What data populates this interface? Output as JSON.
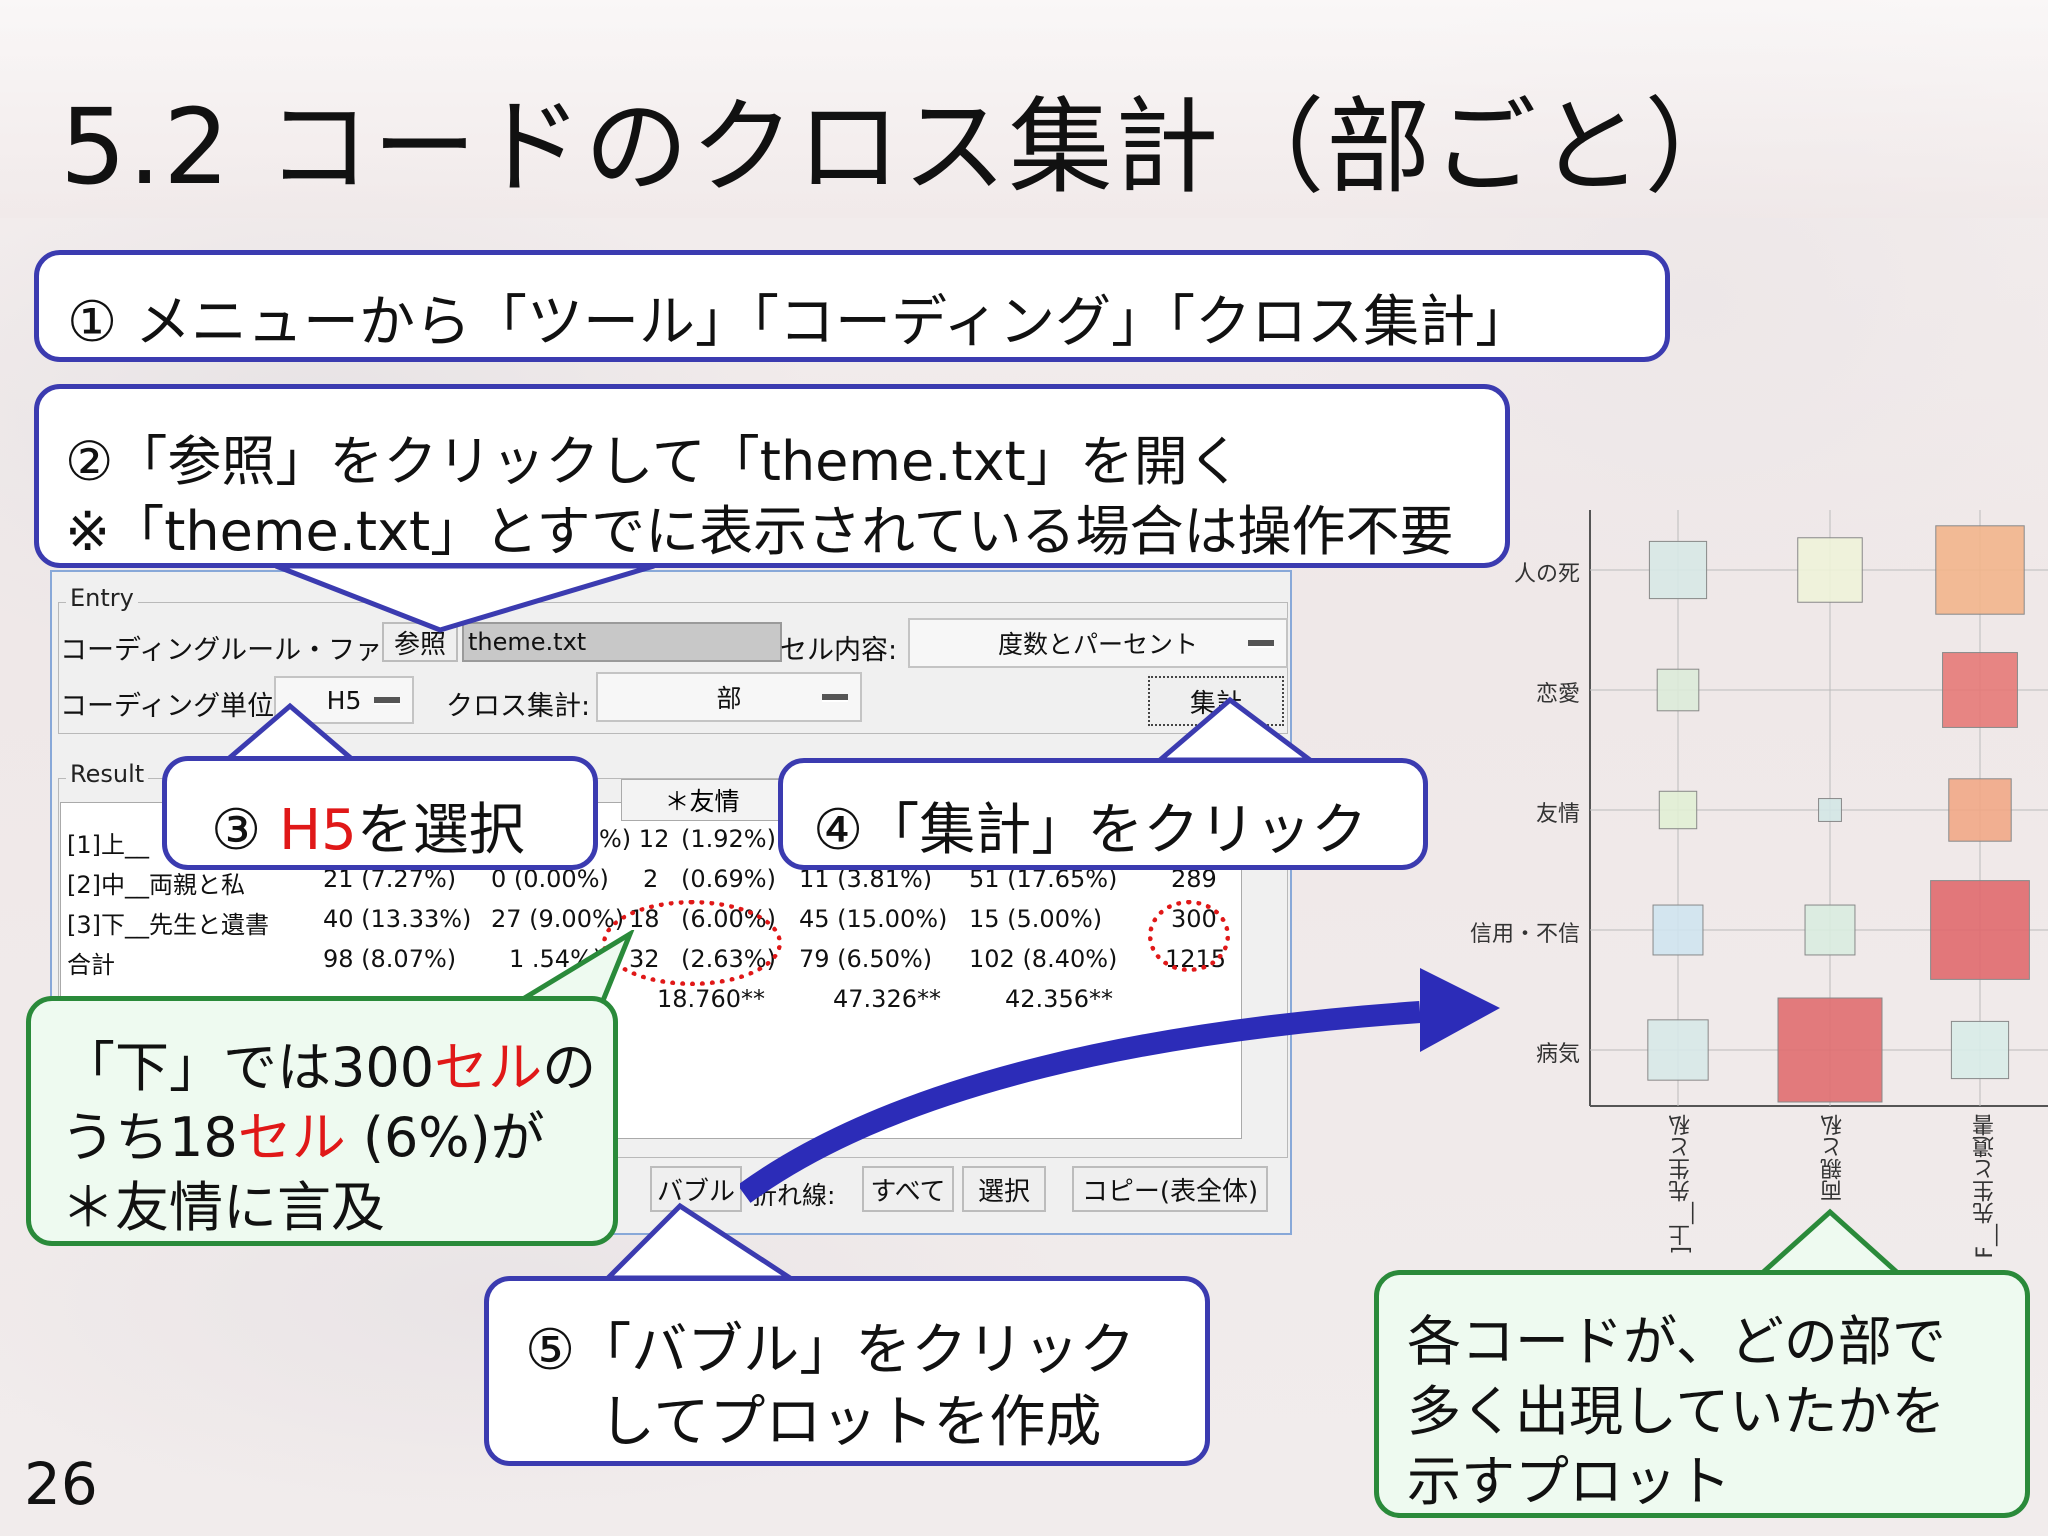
{
  "slide": {
    "title": "5.2 コードのクロス集計（部ごと）",
    "page_number": "26"
  },
  "steps": {
    "step1": "① メニューから「ツール」「コーディング」「クロス集計」",
    "step2_line1": "②「参照」をクリックして「theme.txt」を開く",
    "step2_line2": "※「theme.txt」とすでに表示されている場合は操作不要",
    "step3_num": "③ ",
    "step3_red": "H5",
    "step3_rest": "を選択",
    "step4": "④「集計」をクリック",
    "step5_line1": "⑤「バブル」をクリック",
    "step5_line2": "してプロットを作成",
    "note_line1_a": "「下」では300",
    "note_line1_red": "セル",
    "note_line1_b": "の",
    "note_line2_a": "うち18",
    "note_line2_red": "セル",
    "note_line2_b": " (6%)が",
    "note_line3": "＊友情に言及",
    "plot_note_line1": "各コードが、どの部で",
    "plot_note_line2": "多く出現していたかを",
    "plot_note_line3": "示すプロット"
  },
  "window": {
    "entry_label": "Entry",
    "file_label": "コーディングルール・ファイル:",
    "browse_button": "参照",
    "file_value": "theme.txt",
    "cell_content_label": "セル内容:",
    "cell_content_value": "度数とパーセント",
    "unit_label": "コーディング単位:",
    "unit_value": "H5",
    "cross_label": "クロス集計:",
    "cross_value": "部",
    "run_button": "集計",
    "result_label": "Result",
    "col_friend": "＊友情",
    "rows": [
      {
        "label": "[1]上__",
        "c1": "",
        "c2": "",
        "c3": "%) 12",
        "c4": "(1.92%)",
        "c5": "",
        "c6": "",
        "c7": ""
      },
      {
        "label": "[2]中__両親と私",
        "c1": "21 (7.27%)",
        "c2": "0 (0.00%)",
        "c3": "2",
        "c4": "(0.69%)",
        "c5": "11 (3.81%)",
        "c6": "51 (17.65%)",
        "c7": "289"
      },
      {
        "label": "[3]下__先生と遺書",
        "c1": "40 (13.33%)",
        "c2": "27 (9.00%)",
        "c3": "18",
        "c4": "(6.00%)",
        "c5": "45 (15.00%)",
        "c6": "15 (5.00%)",
        "c7": "300"
      },
      {
        "label": "合計",
        "c1": "98 (8.07%)",
        "c2": "1 .54%)",
        "c3": "32",
        "c4": "(2.63%)",
        "c5": "79 (6.50%)",
        "c6": "102 (8.40%)",
        "c7": "1215"
      }
    ],
    "chisq": [
      "18.760**",
      "47.326**",
      "42.356**"
    ],
    "bubble_button": "バブル",
    "line_label": "折れ線:",
    "all_button": "すべて",
    "select_button": "選択",
    "copy_button": "コピー(表全体)"
  },
  "plot": {
    "y_labels": [
      "人の死",
      "恋愛",
      "友情",
      "信用・不信",
      "病気"
    ],
    "x_labels": [
      "]上__先生と私",
      "両親と私",
      "F__先生と遺書"
    ],
    "bubbles": [
      {
        "row": 0,
        "col": 0,
        "size": 0.55,
        "color": "#d7e8e6"
      },
      {
        "row": 0,
        "col": 1,
        "size": 0.62,
        "color": "#eef3d9"
      },
      {
        "row": 0,
        "col": 2,
        "size": 0.85,
        "color": "#f2b58c"
      },
      {
        "row": 1,
        "col": 0,
        "size": 0.4,
        "color": "#dcebd9"
      },
      {
        "row": 1,
        "col": 2,
        "size": 0.72,
        "color": "#e57a78"
      },
      {
        "row": 2,
        "col": 0,
        "size": 0.36,
        "color": "#e1efd5"
      },
      {
        "row": 2,
        "col": 1,
        "size": 0.22,
        "color": "#d3e7e6"
      },
      {
        "row": 2,
        "col": 2,
        "size": 0.6,
        "color": "#f1a987"
      },
      {
        "row": 3,
        "col": 0,
        "size": 0.48,
        "color": "#cfe4f0"
      },
      {
        "row": 3,
        "col": 1,
        "size": 0.48,
        "color": "#d9ece0"
      },
      {
        "row": 3,
        "col": 2,
        "size": 0.95,
        "color": "#e06a6e"
      },
      {
        "row": 4,
        "col": 0,
        "size": 0.58,
        "color": "#d7e9e8"
      },
      {
        "row": 4,
        "col": 1,
        "size": 1.0,
        "color": "#e06e70"
      },
      {
        "row": 4,
        "col": 2,
        "size": 0.55,
        "color": "#d8ece8"
      }
    ]
  }
}
